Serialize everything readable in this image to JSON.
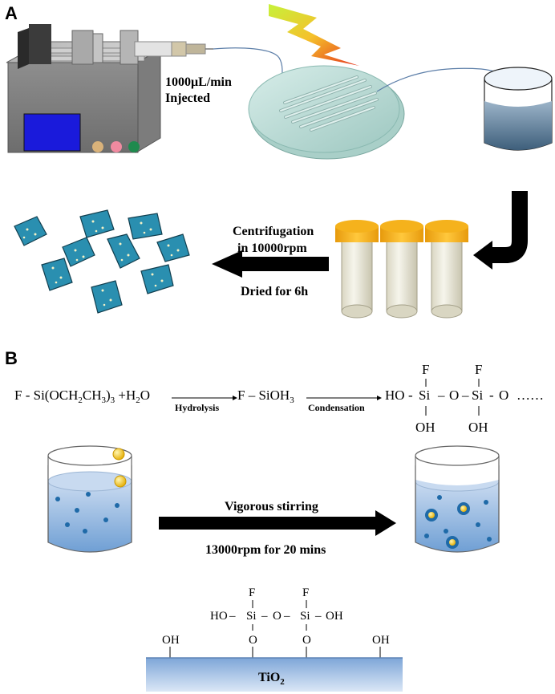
{
  "panel_a": {
    "label": "A",
    "flow_rate": "1000μL/min",
    "injected": "Injected",
    "centrifugation_line1": "Centrifugation",
    "centrifugation_line2": "in 10000rpm",
    "dried": "Dried for 6h"
  },
  "panel_b": {
    "label": "B",
    "hydrolysis": "Hydrolysis",
    "condensation": "Condensation",
    "dots": "……",
    "stirring": "Vigorous stirring",
    "stirring_speed": "13000rpm for 20 mins",
    "substrate": "TiO",
    "substrate_sub": "2",
    "F": "F",
    "OH": "OH",
    "O": "O",
    "Si": "Si",
    "HO": "HO",
    "H2O": "H",
    "SiOH3": "SiOH",
    "sub2": "2",
    "sub3": "3"
  },
  "colors": {
    "pump_body": "#9a9a9a",
    "screen": "#1a1adb",
    "tube_cap": "#f5b21c",
    "flake": "#2a8fb0",
    "water_light": "#dbe7f5",
    "water_dark": "#6fa3d6",
    "arrow": "#000000",
    "substrate_top": "#8fb5e0"
  }
}
